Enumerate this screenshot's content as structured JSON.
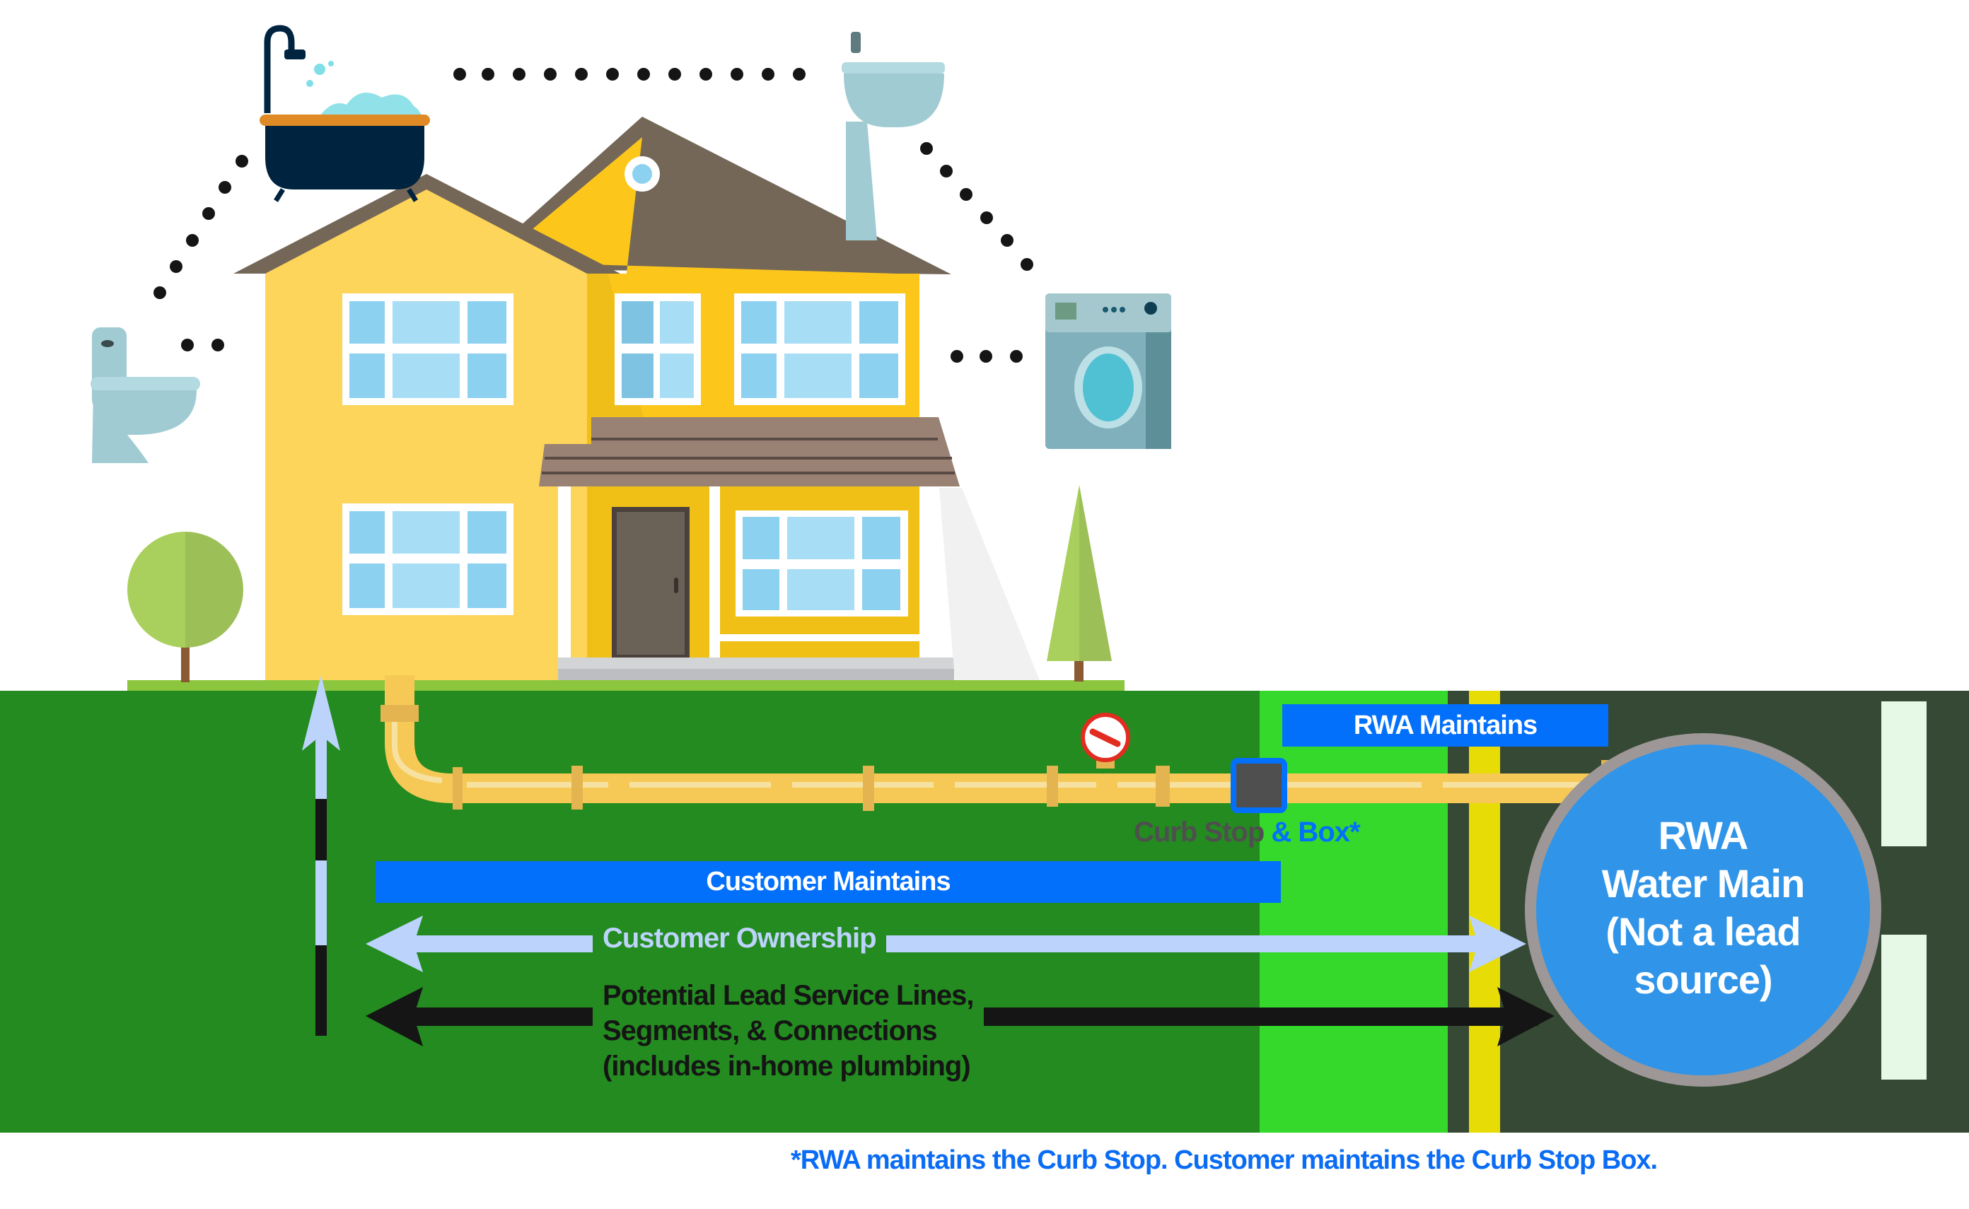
{
  "title": "Water service line ownership and maintenance diagram",
  "colors": {
    "ground_dark": "#238b1f",
    "ground_light": "#35d92c",
    "road": "#364935",
    "road_line": "#e7dc06",
    "pipe": "#f6c957",
    "blue_label": "#0270fb",
    "ownership_arrow": "#bcd3fb",
    "lead_arrow": "#151515",
    "main_fill": "#3094e8",
    "main_ring": "#9d9797",
    "house_left": "#fdd55a",
    "house_right": "#fdc61a",
    "roof": "#756757"
  },
  "fixtures": [
    {
      "name": "bathtub",
      "icon": "bathtub-icon"
    },
    {
      "name": "sink",
      "icon": "sink-icon"
    },
    {
      "name": "toilet",
      "icon": "toilet-icon"
    },
    {
      "name": "washing machine",
      "icon": "washing-machine-icon"
    }
  ],
  "labels": {
    "rwa_maintains": "RWA Maintains",
    "customer_maintains": "Customer Maintains",
    "customer_ownership": "Customer Ownership",
    "lead_lines": "Potential Lead Service Lines,\nSegments, & Connections\n(includes in-home plumbing)",
    "curb_stop_part1": "Curb Stop",
    "curb_stop_part2": " & Box*",
    "water_main": "RWA\nWater Main\n(Not a lead\nsource)",
    "footnote": "*RWA maintains the Curb Stop.  Customer maintains the Curb Stop Box."
  },
  "icons": {
    "meter": "water-meter-gauge-icon",
    "curb_box": "curb-stop-box-icon"
  }
}
